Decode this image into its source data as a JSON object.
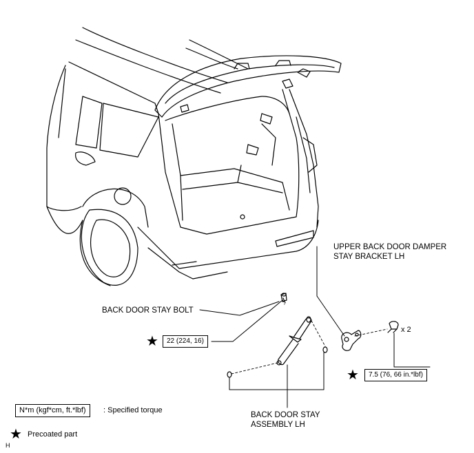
{
  "callouts": {
    "upper_bracket": [
      "UPPER BACK DOOR DAMPER",
      "STAY BRACKET LH"
    ],
    "stay_bolt": "BACK DOOR STAY BOLT",
    "stay_assembly": [
      "BACK DOOR STAY",
      "ASSEMBLY LH"
    ],
    "bolt_qty": "x 2"
  },
  "torques": {
    "stay_bolt": "22 (224, 16)",
    "bracket_bolt": "7.5 (76, 66 in.*lbf)"
  },
  "legend": {
    "torque_box": "N*m (kgf*cm, ft.*lbf)",
    "torque_desc": ": Specified torque",
    "star_symbol": "★",
    "precoated": "Precoated part"
  },
  "figure_code": "H"
}
